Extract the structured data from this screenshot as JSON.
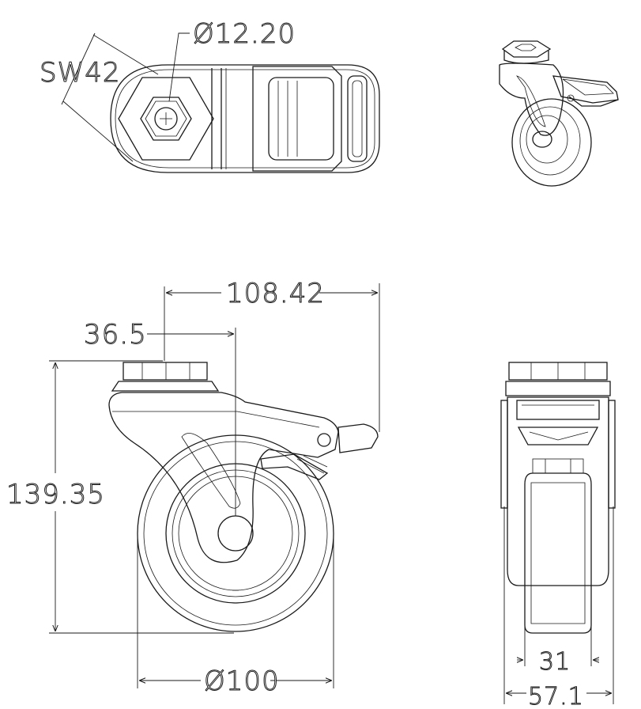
{
  "dimensions": {
    "hex_sw": "SW42",
    "bolt_dia": "Ø12.20",
    "overall_length": "108.42",
    "offset": "36.5",
    "overall_height": "139.35",
    "wheel_dia": "Ø100",
    "tread_width": "31",
    "overall_width": "57.1"
  },
  "views": [
    "top-view",
    "isometric-view",
    "side-view",
    "front-view"
  ]
}
